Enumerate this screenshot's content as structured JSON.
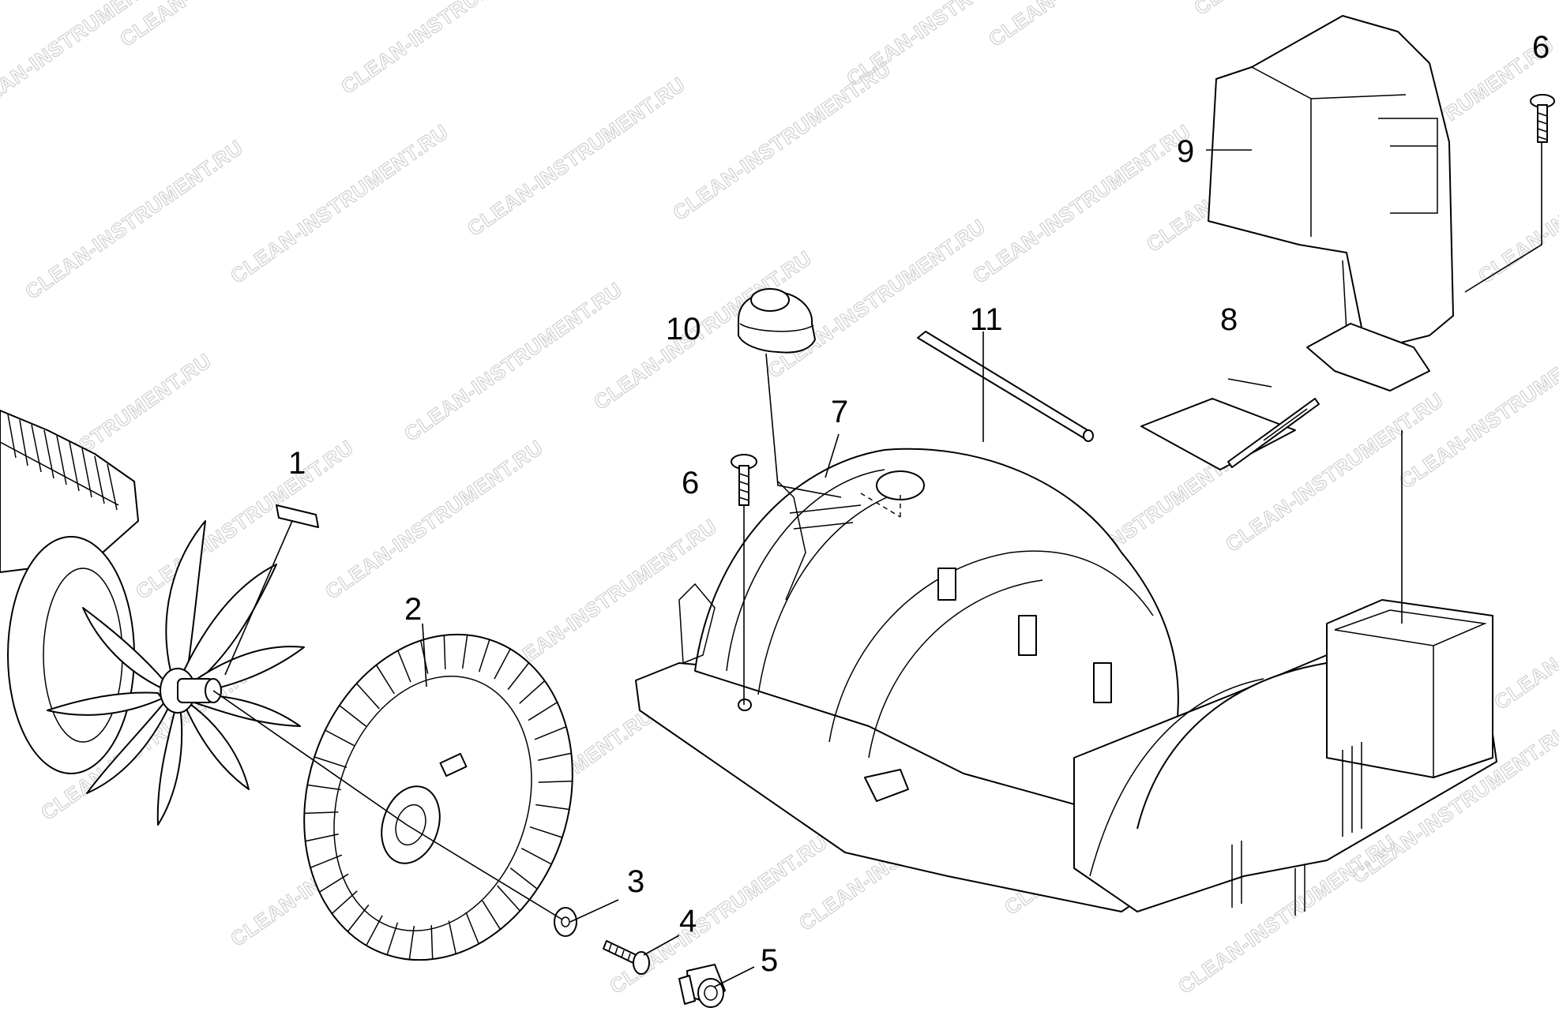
{
  "watermark": "CLEAN-INSTRUMENT.RU",
  "callouts": [
    {
      "id": "1",
      "label": "1"
    },
    {
      "id": "2",
      "label": "2"
    },
    {
      "id": "3",
      "label": "3"
    },
    {
      "id": "4",
      "label": "4"
    },
    {
      "id": "5",
      "label": "5"
    },
    {
      "id": "6a",
      "label": "6"
    },
    {
      "id": "6b",
      "label": "6"
    },
    {
      "id": "7",
      "label": "7"
    },
    {
      "id": "8",
      "label": "8"
    },
    {
      "id": "9",
      "label": "9"
    },
    {
      "id": "10",
      "label": "10"
    },
    {
      "id": "11",
      "label": "11"
    }
  ]
}
